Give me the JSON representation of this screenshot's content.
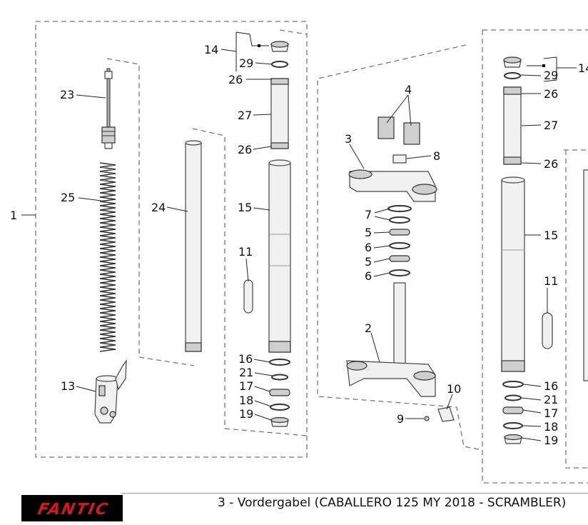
{
  "footer": {
    "title": "3 - Vordergabel (CABALLERO 125 MY 2018 - SCRAMBLER)",
    "logo_text": "FANTIC",
    "brand_color": "#d11a1a"
  },
  "callouts": [
    {
      "id": "c1",
      "text": "1"
    },
    {
      "id": "c23",
      "text": "23"
    },
    {
      "id": "c25",
      "text": "25"
    },
    {
      "id": "c13",
      "text": "13"
    },
    {
      "id": "c24",
      "text": "24"
    },
    {
      "id": "c14a",
      "text": "14"
    },
    {
      "id": "c29a",
      "text": "29"
    },
    {
      "id": "c26a",
      "text": "26"
    },
    {
      "id": "c27a",
      "text": "27"
    },
    {
      "id": "c26b",
      "text": "26"
    },
    {
      "id": "c15a",
      "text": "15"
    },
    {
      "id": "c11a",
      "text": "11"
    },
    {
      "id": "c16a",
      "text": "16"
    },
    {
      "id": "c21a",
      "text": "21"
    },
    {
      "id": "c17a",
      "text": "17"
    },
    {
      "id": "c18a",
      "text": "18"
    },
    {
      "id": "c19a",
      "text": "19"
    },
    {
      "id": "c4",
      "text": "4"
    },
    {
      "id": "c3",
      "text": "3"
    },
    {
      "id": "c8",
      "text": "8"
    },
    {
      "id": "c7",
      "text": "7"
    },
    {
      "id": "c5a",
      "text": "5"
    },
    {
      "id": "c6a",
      "text": "6"
    },
    {
      "id": "c5b",
      "text": "5"
    },
    {
      "id": "c6b",
      "text": "6"
    },
    {
      "id": "c2",
      "text": "2"
    },
    {
      "id": "c10",
      "text": "10"
    },
    {
      "id": "c9",
      "text": "9"
    },
    {
      "id": "c14b",
      "text": "14"
    },
    {
      "id": "c29b",
      "text": "29"
    },
    {
      "id": "c26c",
      "text": "26"
    },
    {
      "id": "c27b",
      "text": "27"
    },
    {
      "id": "c26d",
      "text": "26"
    },
    {
      "id": "c15b",
      "text": "15"
    },
    {
      "id": "c11b",
      "text": "11"
    },
    {
      "id": "c16b",
      "text": "16"
    },
    {
      "id": "c21b",
      "text": "21"
    },
    {
      "id": "c17b",
      "text": "17"
    },
    {
      "id": "c18b",
      "text": "18"
    },
    {
      "id": "c19b",
      "text": "19"
    }
  ]
}
